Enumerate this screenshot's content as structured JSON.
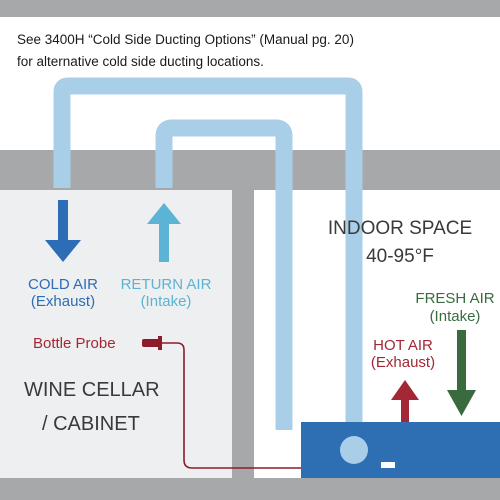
{
  "note": {
    "line1": "See 3400H “Cold Side Ducting Options” (Manual pg. 20)",
    "line2": "for alternative cold side ducting locations."
  },
  "labels": {
    "cold_air": "COLD AIR",
    "cold_air_sub": "(Exhaust)",
    "return_air": "RETURN AIR",
    "return_air_sub": "(Intake)",
    "indoor_space": "INDOOR SPACE",
    "indoor_temp": "40-95°F",
    "fresh_air": "FRESH AIR",
    "fresh_air_sub": "(Intake)",
    "hot_air": "HOT AIR",
    "hot_air_sub": "(Exhaust)",
    "bottle_probe": "Bottle Probe",
    "cellar_line1": "WINE CELLAR",
    "cellar_line2": "/ CABINET"
  },
  "colors": {
    "wall": "#a7a8aa",
    "cellar_fill": "#eeeff0",
    "duct": "#a9cfe8",
    "cold_air": "#2c6db5",
    "return_air": "#5bb3d6",
    "hot_air": "#a32735",
    "fresh_air": "#3a6b3e",
    "unit": "#2e6fb4",
    "probe_wire": "#8d1b2a",
    "text_dark": "#3a3a3a"
  }
}
